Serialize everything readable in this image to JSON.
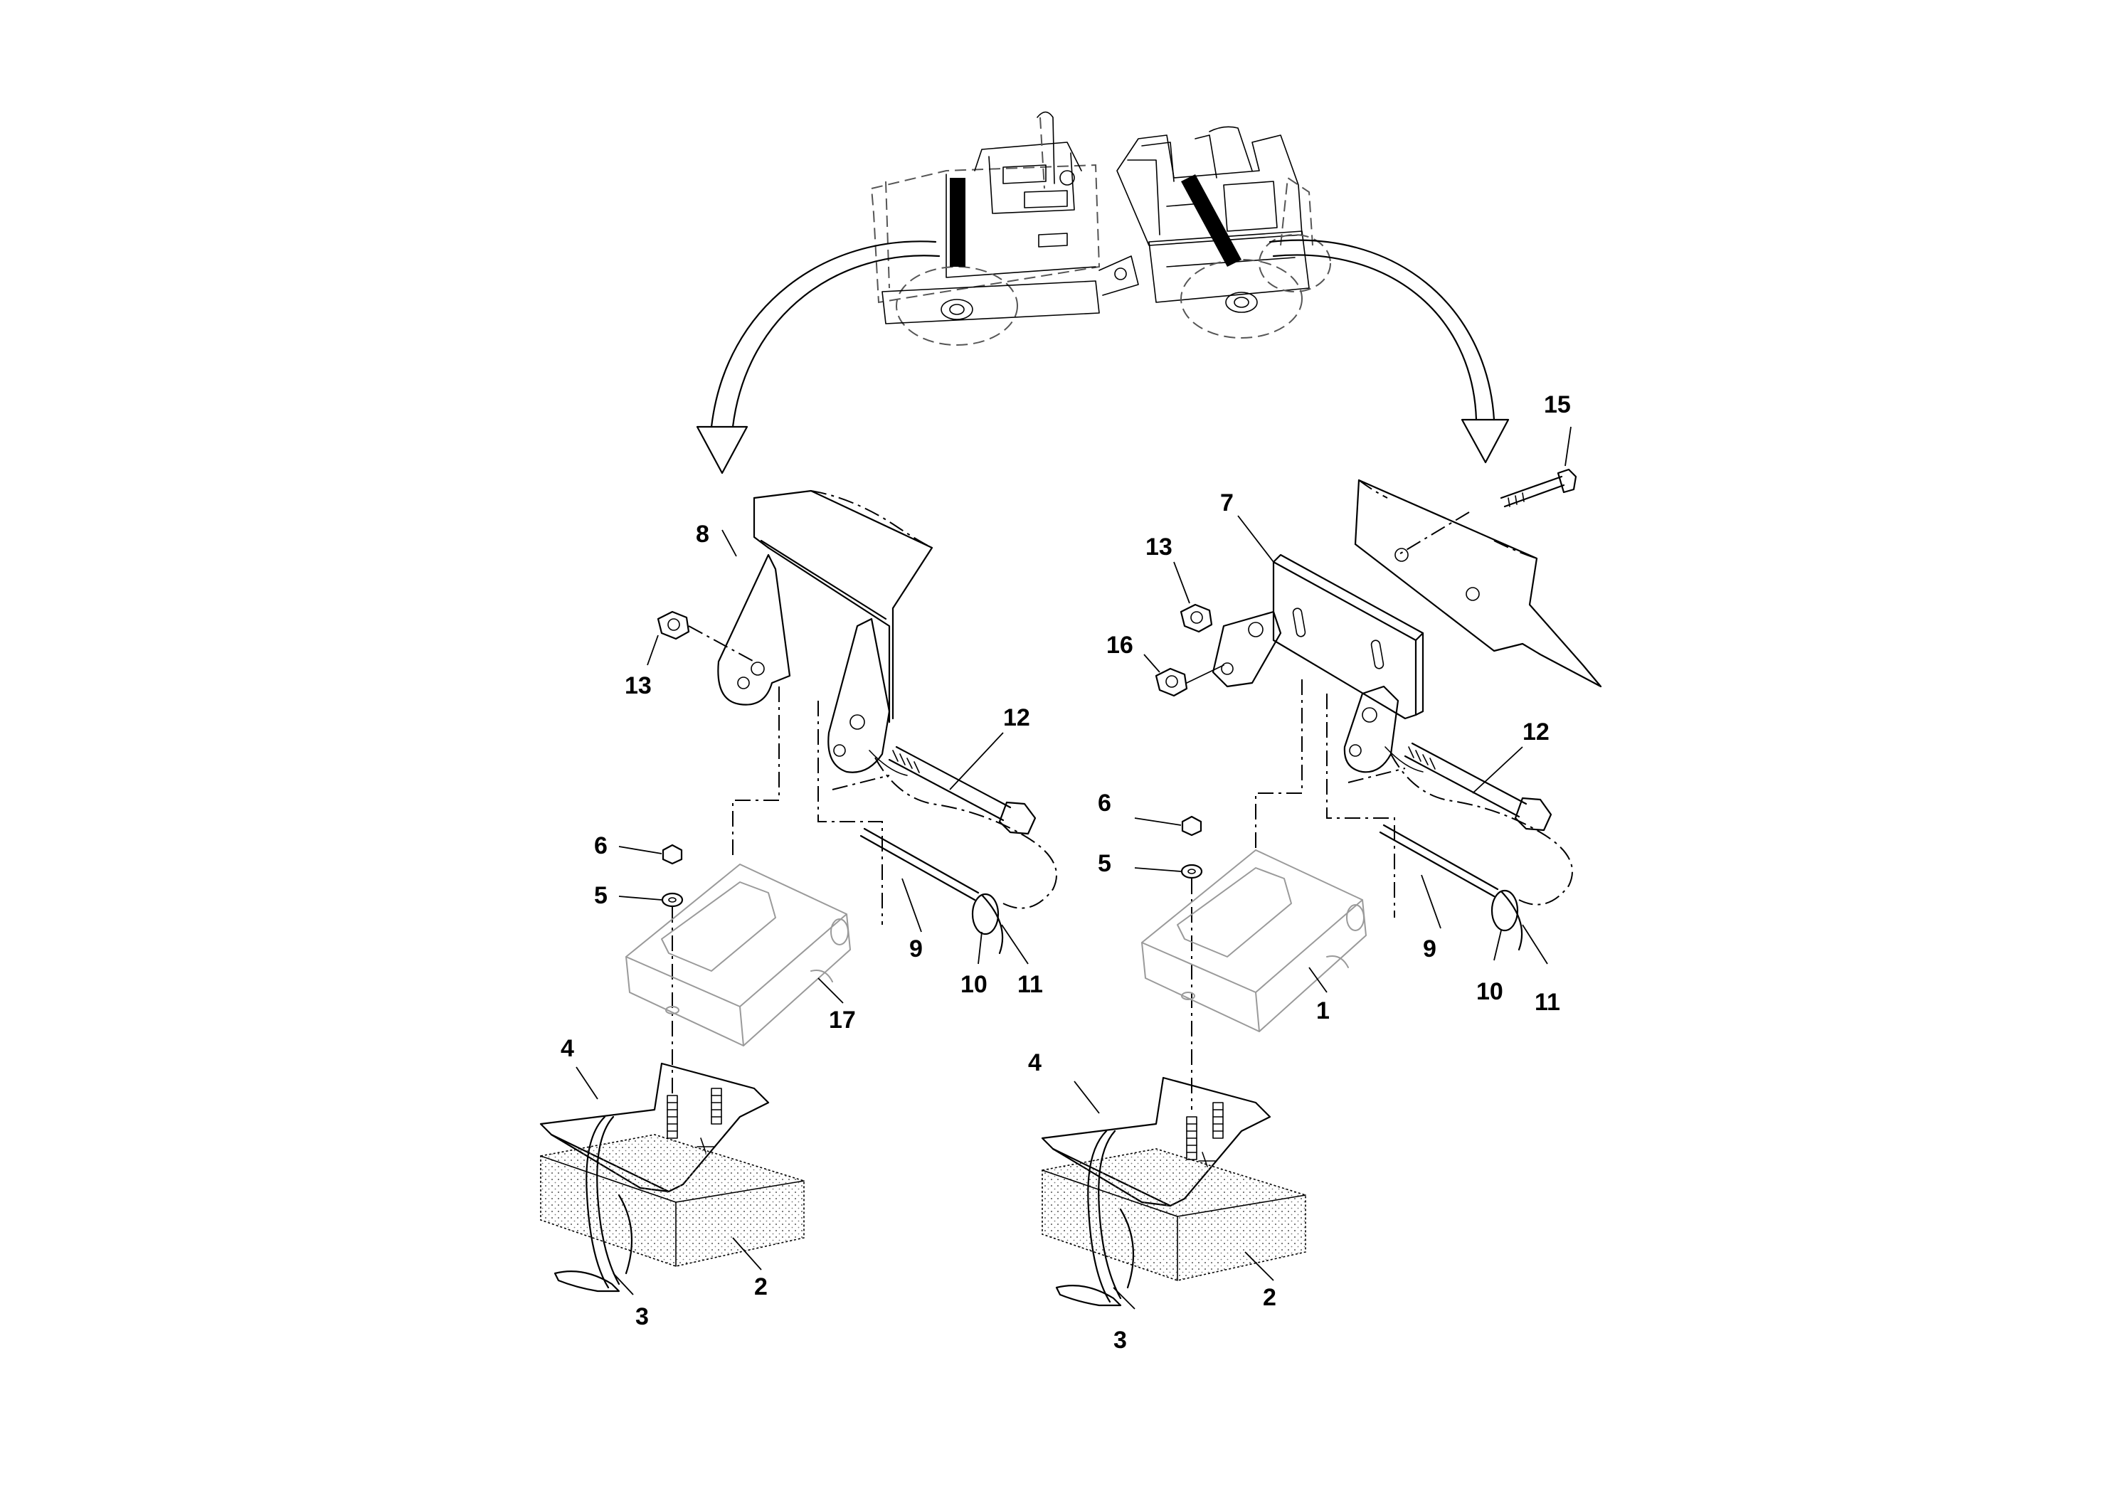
{
  "callouts": {
    "left": {
      "n8": "8",
      "n13": "13",
      "n12": "12",
      "n6": "6",
      "n5": "5",
      "n9": "9",
      "n10": "10",
      "n11": "11",
      "n17": "17",
      "n4": "4",
      "n2": "2",
      "n3": "3"
    },
    "right": {
      "n15": "15",
      "n7": "7",
      "n13": "13",
      "n16": "16",
      "n12": "12",
      "n6": "6",
      "n5": "5",
      "n9": "9",
      "n10": "10",
      "n11": "11",
      "n1": "1",
      "n4": "4",
      "n2": "2",
      "n3": "3"
    }
  }
}
